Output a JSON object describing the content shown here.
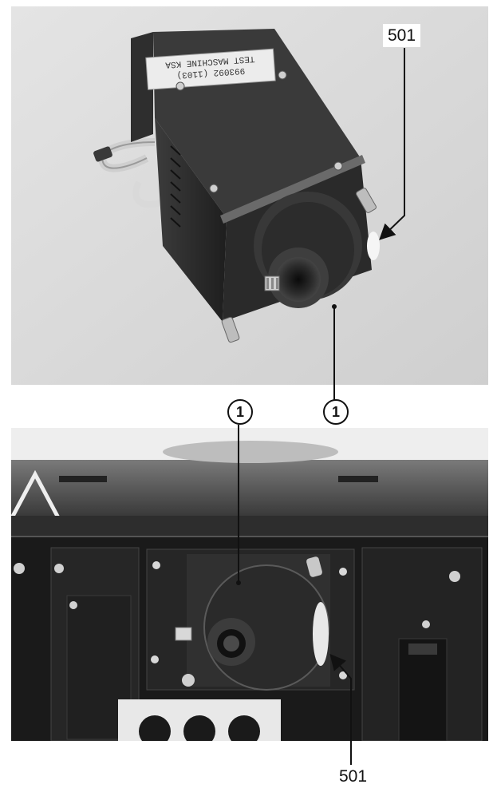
{
  "figure": {
    "top_photo": {
      "callout_501": "501",
      "sticker_text": [
        "TEST MASCHINE KSA",
        "993092 (1103)"
      ]
    },
    "bottom_photo": {
      "callout_1_left": "1",
      "callout_1_right": "1",
      "callout_501": "501"
    }
  }
}
